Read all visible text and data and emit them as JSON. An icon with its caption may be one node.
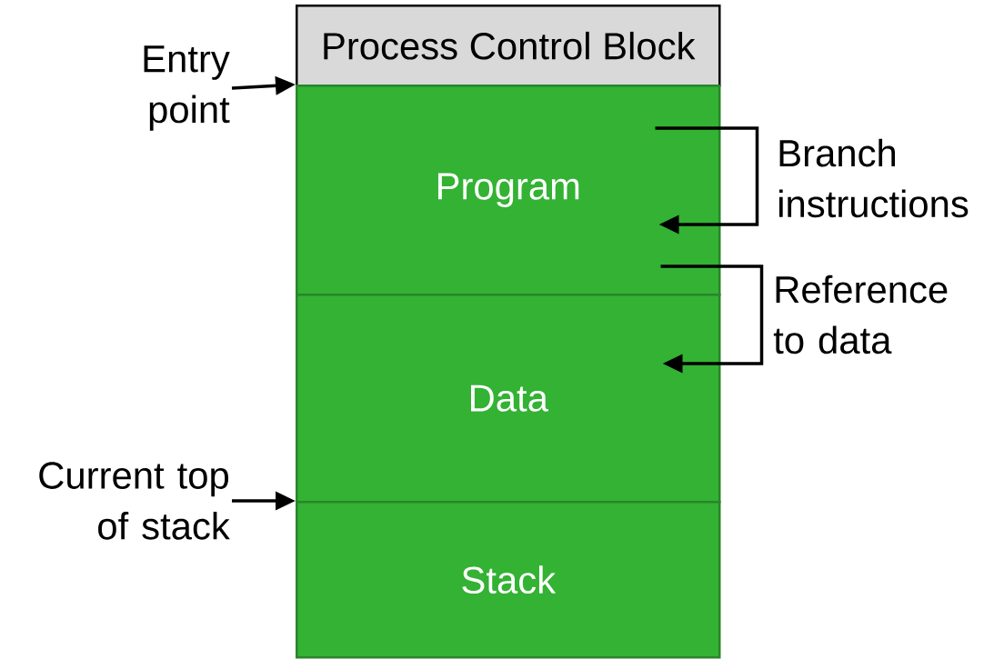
{
  "diagram": {
    "nodes": [
      {
        "text": [
          "Process Control Block"
        ]
      },
      {
        "text": [
          "Program"
        ]
      },
      {
        "text": [
          "Data"
        ]
      },
      {
        "text": [
          "Stack"
        ]
      },
      {
        "text": [
          "Entry point"
        ]
      },
      {
        "text": [
          "Current top of stack"
        ]
      }
    ],
    "edges": [
      {
        "from": 4,
        "to": 1,
        "arrow": "to"
      },
      {
        "from": 5,
        "to": 3,
        "arrow": "to"
      },
      {
        "from": 1,
        "to": 1,
        "arrow": "to",
        "label": "Branch instructions"
      },
      {
        "from": 1,
        "to": 2,
        "arrow": "to",
        "label": "Reference to data"
      }
    ]
  }
}
